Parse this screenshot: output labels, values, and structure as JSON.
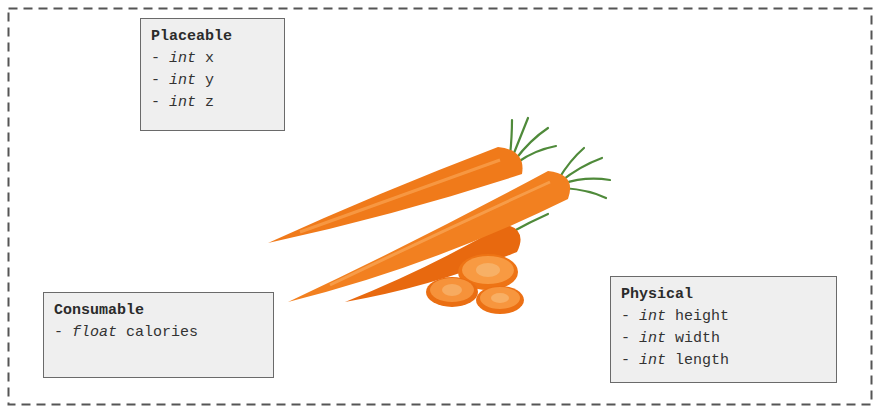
{
  "diagram": {
    "nodes": [
      {
        "text": [
          "Placeable",
          "- int x",
          "- int y",
          "- int z"
        ]
      },
      {
        "text": [
          "Consumable",
          "- float calories"
        ]
      },
      {
        "text": [
          "Physical",
          "- int height",
          "- int width",
          "- int length"
        ]
      }
    ]
  }
}
